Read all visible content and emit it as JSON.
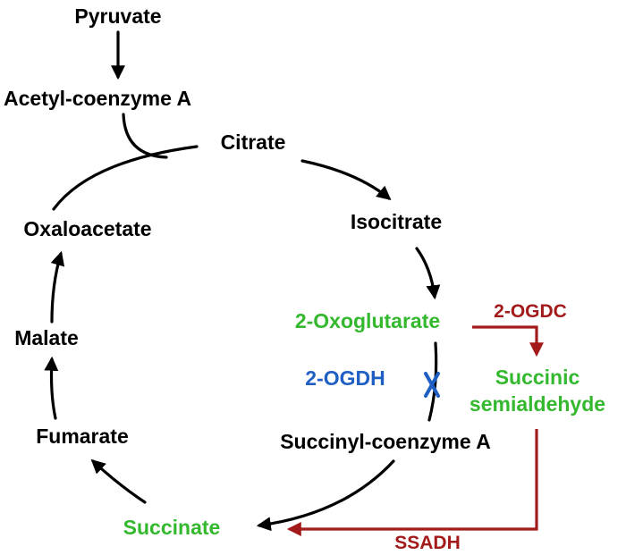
{
  "metabolites": {
    "pyruvate": "Pyruvate",
    "acetyl_coa": "Acetyl-coenzyme A",
    "citrate": "Citrate",
    "isocitrate": "Isocitrate",
    "oxoglutarate": "2-Oxoglutarate",
    "succinyl_coa": "Succinyl-coenzyme A",
    "succinate": "Succinate",
    "fumarate": "Fumarate",
    "malate": "Malate",
    "oxaloacetate": "Oxaloacetate",
    "succinic_semialdehyde_line1": "Succinic",
    "succinic_semialdehyde_line2": "semialdehyde"
  },
  "enzymes": {
    "ogdh": "2-OGDH",
    "ogdc": "2-OGDC",
    "ssadh": "SSADH"
  },
  "colors": {
    "cycle": "#000000",
    "highlight_metabolite": "#33b82e",
    "shunt_pathway": "#a31a1a",
    "blocked_enzyme": "#1f5fc4"
  }
}
